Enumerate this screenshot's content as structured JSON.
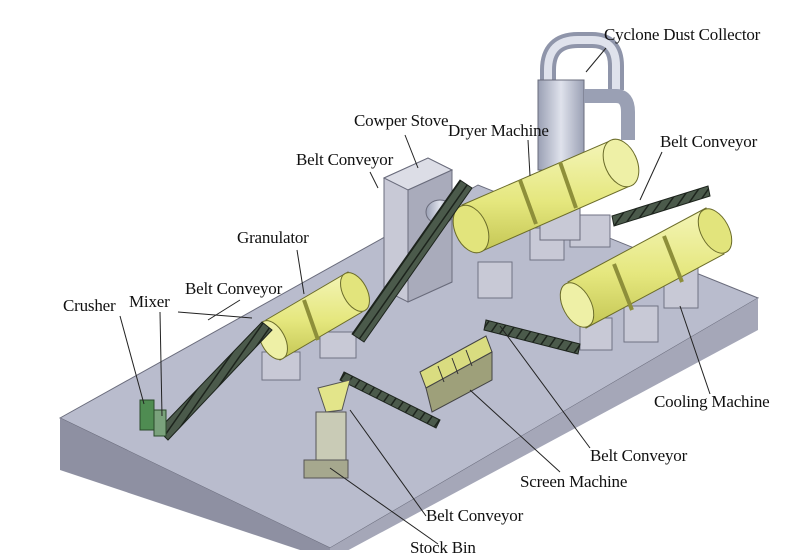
{
  "labels": {
    "cyclone": "Cyclone Dust Collector",
    "cowper_stove": "Cowper Stove",
    "dryer": "Dryer Machine",
    "belt_conveyor_top": "Belt Conveyor",
    "belt_conveyor_right": "Belt Conveyor",
    "granulator": "Granulator",
    "belt_conveyor_left": "Belt Conveyor",
    "crusher": "Crusher",
    "mixer": "Mixer",
    "cooling": "Cooling Machine",
    "belt_conveyor_lower_right": "Belt Conveyor",
    "screen": "Screen Machine",
    "belt_conveyor_bottom": "Belt Conveyor",
    "stock_bin": "Stock Bin"
  },
  "colors": {
    "platform_top": "#b9bccd",
    "platform_front": "#8e90a2",
    "platform_side": "#a5a7b8",
    "drum": "#e8ea8c",
    "drum_shade": "#c9cb5e",
    "ring": "#8e8f3a",
    "block": "#c8c9d6",
    "conveyor": "#2e3a2e"
  }
}
